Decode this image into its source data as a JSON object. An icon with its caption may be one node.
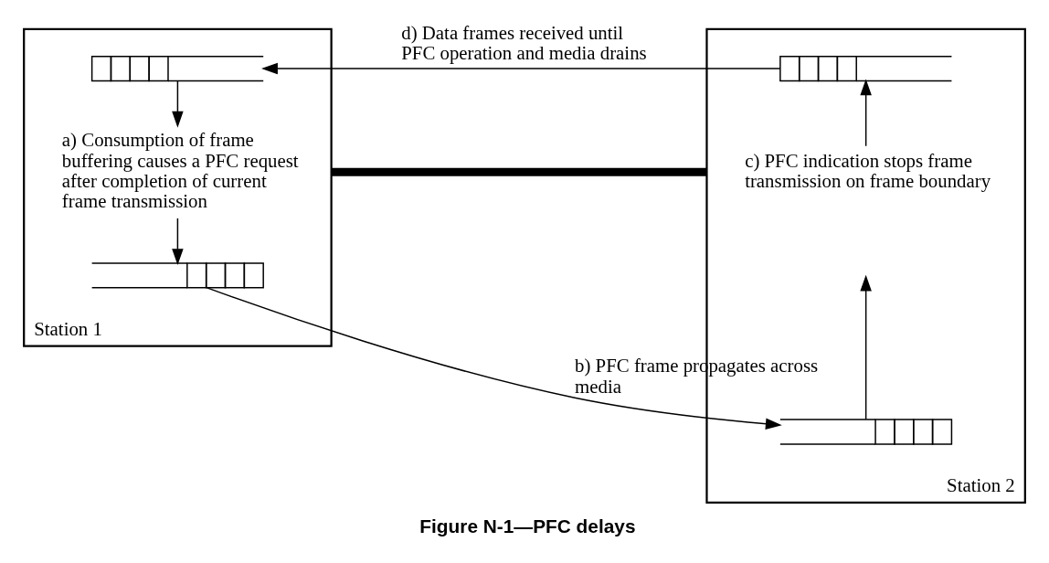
{
  "diagram": {
    "caption": "Figure N-1—PFC delays",
    "nodes": [
      {
        "text": [
          "Station 1"
        ]
      },
      {
        "text": [],
        "shape": "bar",
        "in": 0
      },
      {
        "text": [
          "a) Consumption of frame buffering causes a PFC request after completion of current frame transmission"
        ],
        "in": 0
      },
      {
        "text": [],
        "shape": "bar",
        "in": 0
      },
      {
        "text": [
          "Station 2"
        ]
      },
      {
        "text": [],
        "shape": "bar",
        "in": 4
      },
      {
        "text": [
          "c) PFC indication stops frame transmission on frame boundary"
        ],
        "in": 4
      },
      {
        "text": [],
        "shape": "bar",
        "in": 4
      }
    ],
    "edges": [
      {
        "from": 1,
        "to": 2,
        "arrow": "to"
      },
      {
        "from": 2,
        "to": 3,
        "arrow": "to"
      },
      {
        "from": 3,
        "to": 7,
        "arrow": "to",
        "label": "b) PFC frame propagates across media"
      },
      {
        "from": 6,
        "to": 5,
        "arrow": "to"
      },
      {
        "from": 7,
        "to": null,
        "arrow": "to"
      },
      {
        "from": 5,
        "to": 1,
        "arrow": "to",
        "label": "d) Data frames received until PFC operation and media drains"
      },
      {
        "from": 0,
        "to": 4,
        "arrow": "none",
        "style": "thick"
      }
    ]
  }
}
